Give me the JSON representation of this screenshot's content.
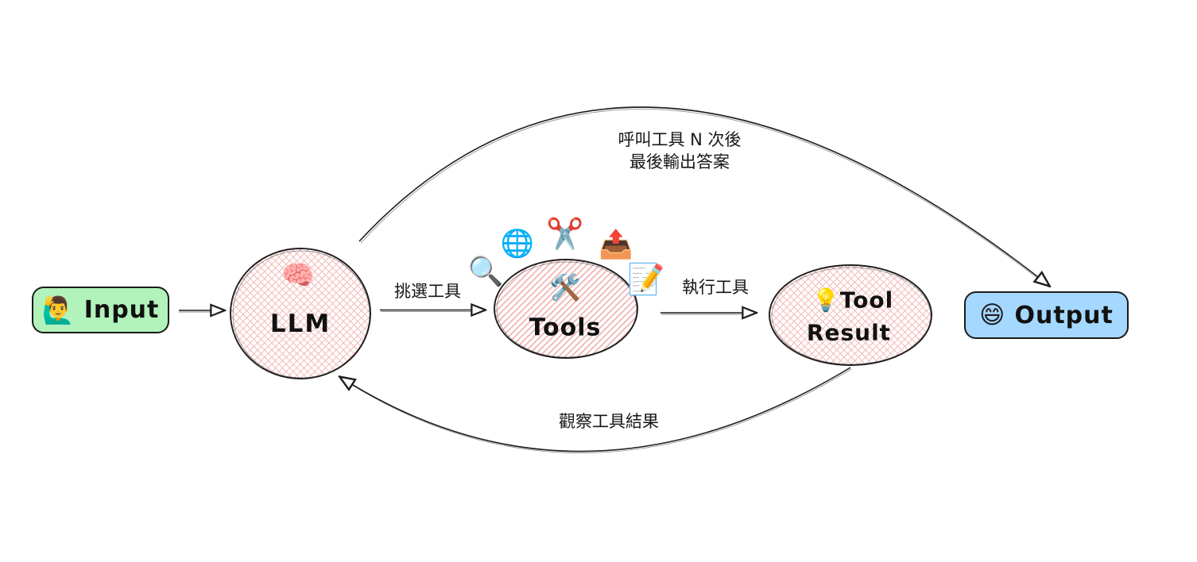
{
  "nodes": {
    "input": {
      "emoji": "🙋‍♂️",
      "label": "Input"
    },
    "llm": {
      "emoji": "🧠",
      "label": "LLM"
    },
    "tools": {
      "emoji": "🛠️",
      "label": "Tools"
    },
    "tool_result": {
      "emoji": "💡",
      "label_line1": "Tool",
      "label_line2": "Result"
    },
    "output": {
      "emoji": "😄",
      "label": "Output"
    }
  },
  "edges": {
    "select_tools": "挑選工具",
    "execute_tools": "執行工具",
    "loop_line1": "呼叫工具 N 次後",
    "loop_line2": "最後輸出答案",
    "observe": "觀察工具結果"
  },
  "tool_icons": {
    "magnifier": "🔍",
    "globe": "🌐",
    "scissors": "✂️",
    "outbox": "📤",
    "memo": "📝"
  },
  "colors": {
    "input_fill": "#b2f2bb",
    "output_fill": "#a5d8ff",
    "ellipse_hatch": "#ffc9c9",
    "stroke": "#1e1e1e",
    "text": "#1e1e1e",
    "background": "#ffffff"
  }
}
